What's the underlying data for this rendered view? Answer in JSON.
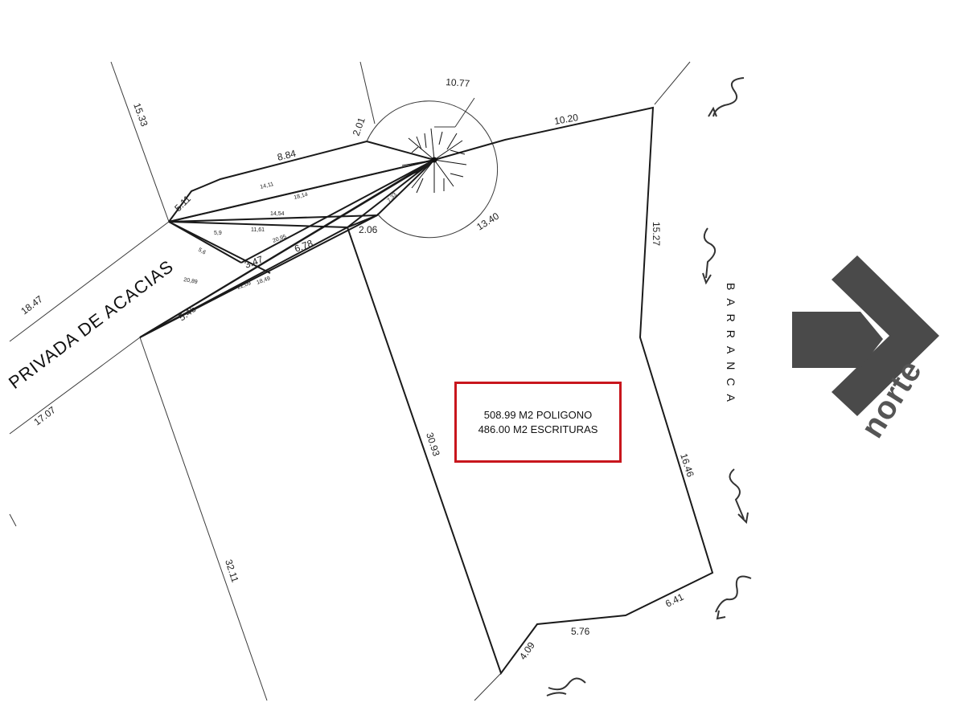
{
  "area_box": {
    "line1": "508.99 M2 POLIGONO",
    "line2": "486.00 M2 ESCRITURAS"
  },
  "street_label": "PRIVADA DE ACACIAS",
  "barranca_label": "BARRANCA",
  "north_label": "norte",
  "dimensions": {
    "d_10_77": "10.77",
    "d_10_20": "10.20",
    "d_2_01": "2.01",
    "d_15_33": "15.33",
    "d_8_84": "8.84",
    "d_5_11": "5.11",
    "d_13_40": "13.40",
    "d_2_06": "2.06",
    "d_6_78": "6.78",
    "d_3_47": "3.47",
    "d_15_27": "15.27",
    "d_18_47": "18.47",
    "d_17_07": "17.07",
    "d_5_46": "5.46",
    "d_30_93": "30.93",
    "d_16_46": "16.46",
    "d_32_11": "32.11",
    "d_6_41": "6.41",
    "d_5_76": "5.76",
    "d_4_09": "4.09",
    "d_7_33": "7.33"
  },
  "small_dimensions": {
    "s_14_11": "14,11",
    "s_18_14": "18,14",
    "s_14_54": "14,54",
    "s_11_61": "11,61",
    "s_5_9": "5,9",
    "s_5_6": "5,6",
    "s_20_95": "20,95",
    "s_20_89": "20,89",
    "s_22_09": "22,09",
    "s_18_49": "18,49"
  },
  "colors": {
    "area_border": "#c8161d",
    "north_arrow": "#4a4a4a",
    "lines": "#1a1a1a"
  }
}
